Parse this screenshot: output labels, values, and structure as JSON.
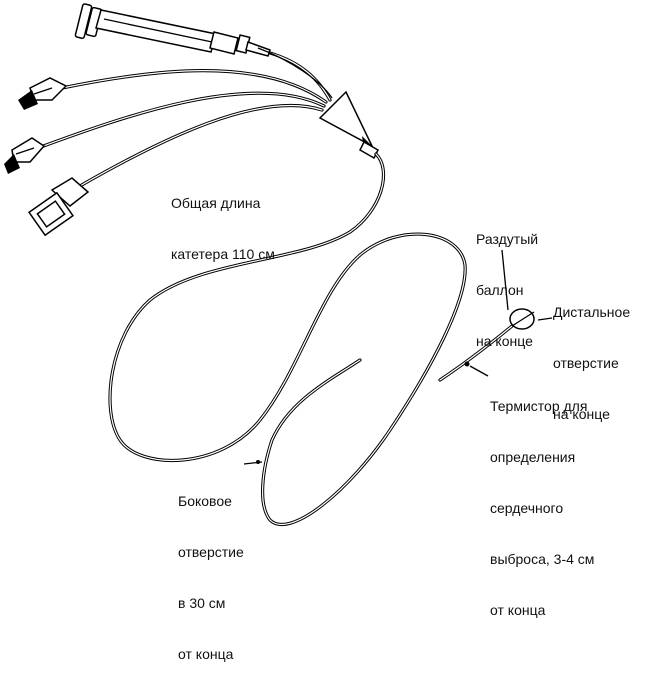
{
  "labels": {
    "total_length": [
      "Общая длина",
      "катетера 110 см"
    ],
    "balloon": [
      "Раздутый",
      "баллон",
      "на конце"
    ],
    "distal_hole": [
      "Дистальное",
      "отверстие",
      "на конце"
    ],
    "thermistor": [
      "Термистор для",
      "определения",
      "сердечного",
      "выброса, 3-4 см",
      "от конца"
    ],
    "side_hole": [
      "Боковое",
      "отверстие",
      "в 30 см",
      "от конца"
    ]
  },
  "colors": {
    "line": "#000000",
    "background": "#ffffff"
  }
}
